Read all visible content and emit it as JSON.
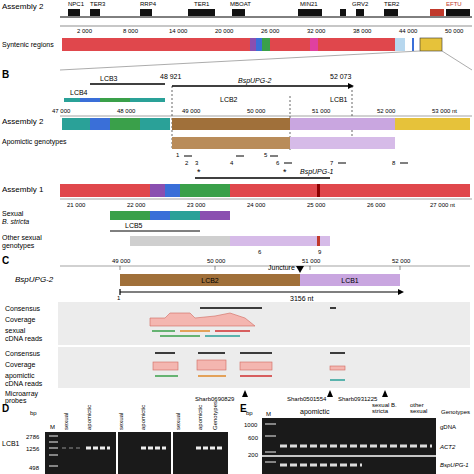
{
  "diagram": {
    "nodes": [
      {
        "text": [
          "LCB2"
        ]
      },
      {
        "text": [
          "LCB1"
        ]
      }
    ],
    "labels": [
      "Assembly 2",
      "NPC1",
      "TER3",
      "RRP4",
      "TER1",
      "MBOAT",
      "MIN21",
      "GRV2",
      "TER2",
      "EFTU",
      "2 000",
      "8 000",
      "14 000",
      "20 000",
      "26 000",
      "32 000",
      "38 000",
      "44 000",
      "50 000",
      "Syntenic regions",
      "B",
      "LCB3",
      "48 921",
      "BspUPG-2",
      "52 073",
      "LCB4",
      "Assembly 2",
      "LCB2",
      "LCB1",
      "47 000",
      "48 000",
      "49 000",
      "50 000",
      "51 000",
      "52 000",
      "53 000 nt",
      "Apomictic genotypes",
      "1",
      "2",
      "3",
      "4",
      "5",
      "6",
      "7",
      "8",
      "Assembly 1",
      "*",
      "*",
      "BspUPG-1",
      "21 000",
      "22 000",
      "23 000",
      "24 000",
      "25 000",
      "26 000",
      "27 000 nt",
      "Sexual",
      "B. stricta",
      "LCB5",
      "Other sexual",
      "genotypes",
      "6",
      "9",
      "C",
      "49 000",
      "50 000",
      "51 000",
      "52 000",
      "BspUPG-2",
      "Juncture",
      "1",
      "3156 nt",
      "Consensus",
      "Coverage",
      "sexual",
      "cDNA reads",
      "Consensus",
      "Coverage",
      "apomictic",
      "cDNA reads",
      "Microarray probes",
      "Sharb0690829",
      "Sharb0501554",
      "Sharb0931225",
      "D",
      "LCB1",
      "bp",
      "2786",
      "1256",
      "498",
      "M",
      "sexual",
      "apomictic",
      "sexual",
      "apomictic",
      "sexual",
      "apomictic",
      "Genotypes",
      "E",
      "bp",
      "1000",
      "600",
      "200",
      "M",
      "apomictic",
      "sexual B. stricta",
      "other sexual",
      "Genotypes",
      "gDNA",
      "ACT2",
      "BspUPG-1"
    ]
  }
}
